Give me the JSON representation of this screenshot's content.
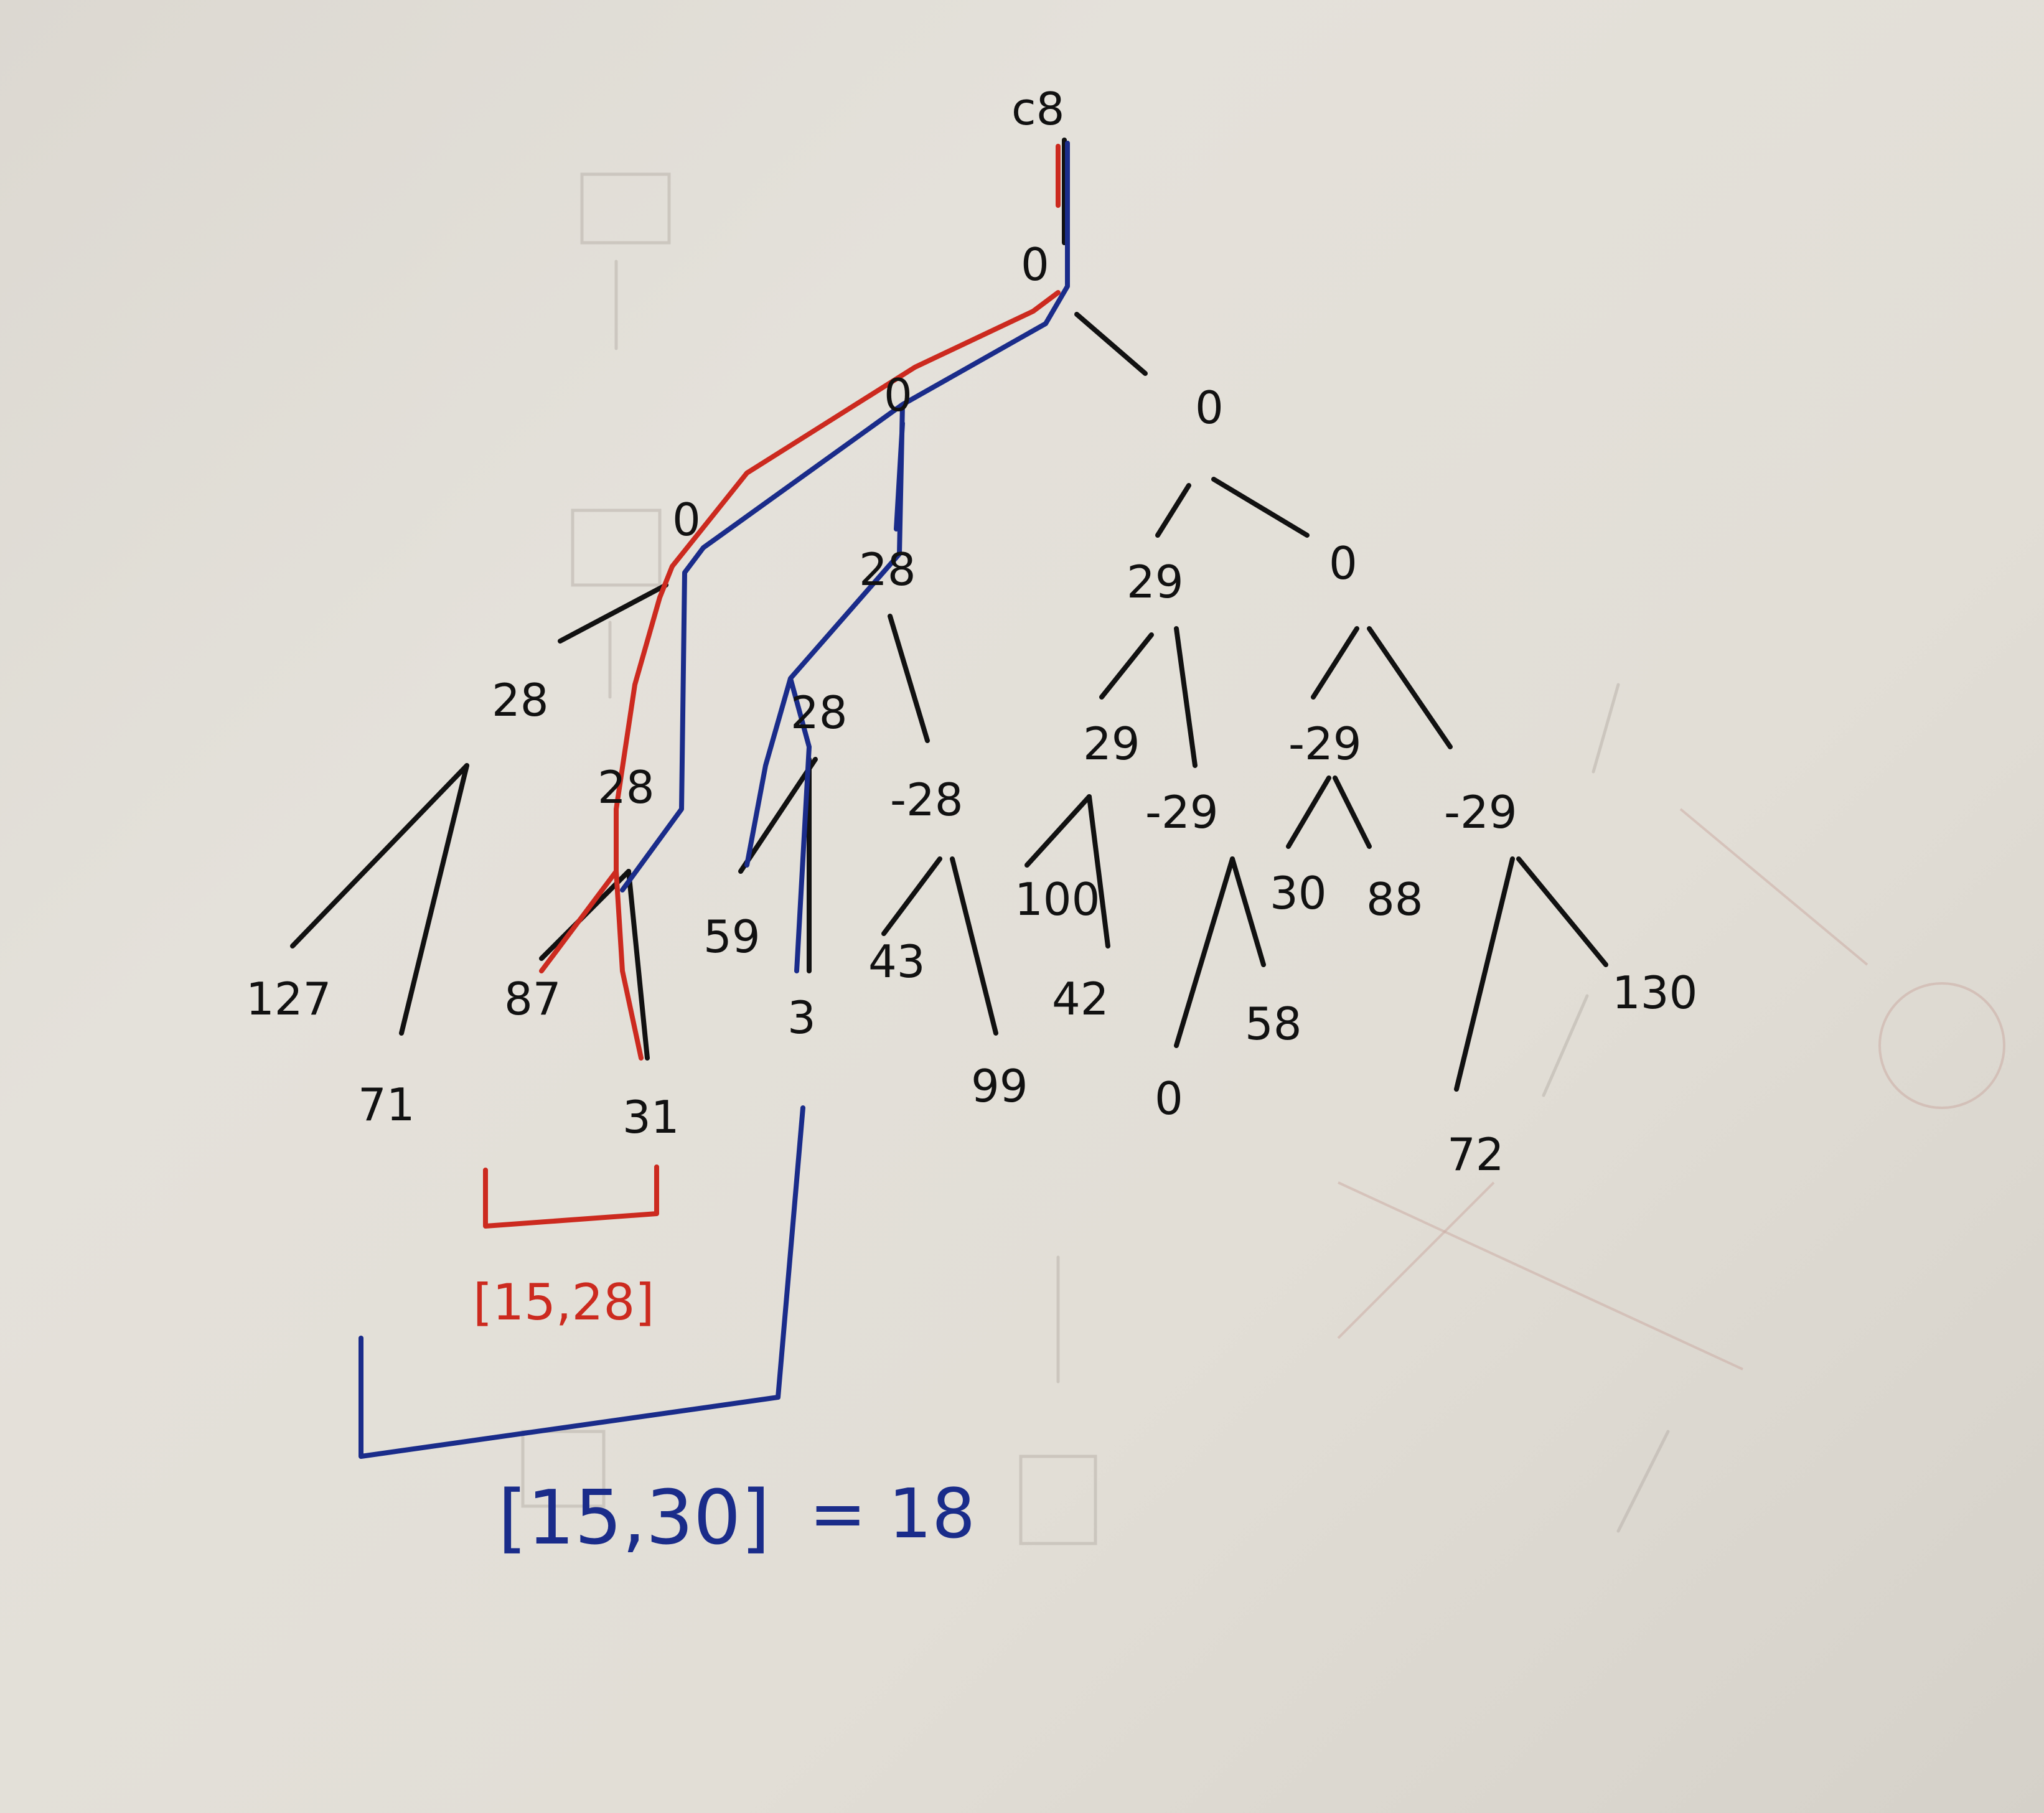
{
  "tree": {
    "root": "c8",
    "levels": [
      [
        "0"
      ],
      [
        "0",
        "0"
      ],
      [
        "0",
        "28",
        "29",
        "0"
      ],
      [
        "28",
        "28",
        "28",
        "-28",
        "29",
        "-29",
        "-29",
        "-29"
      ],
      [
        "127",
        "71",
        "87",
        "31",
        "59",
        "3",
        "43",
        "99",
        "100",
        "42",
        "0",
        "58",
        "30",
        "88",
        "72",
        "130"
      ]
    ]
  },
  "annotations": {
    "red_range": "[15,28]",
    "blue_range": "[15,30]",
    "blue_equals": "= 18",
    "red_color": "#cc2a1f",
    "blue_color": "#1a2c8a",
    "ink_color": "#111111"
  }
}
